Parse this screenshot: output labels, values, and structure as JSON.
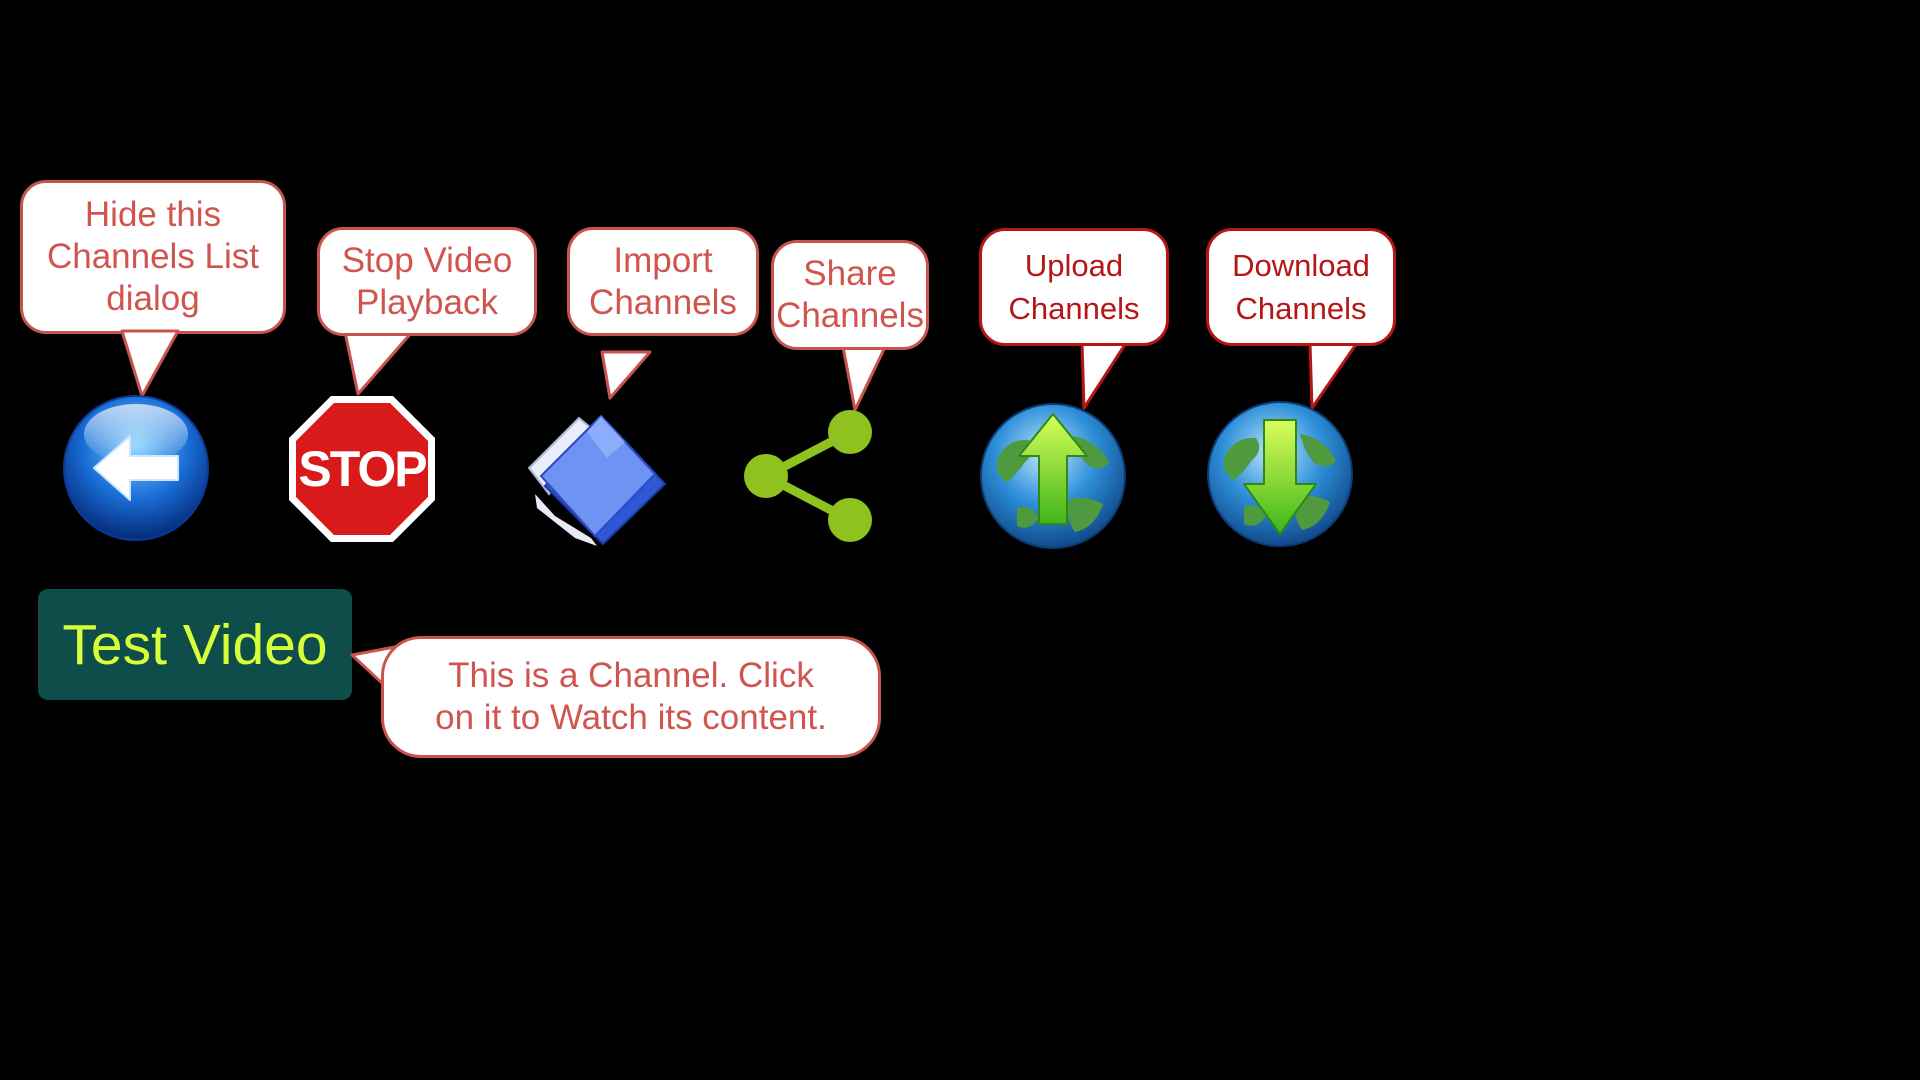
{
  "toolbar": {
    "hide": {
      "icon": "back-arrow-icon",
      "tip_lines": [
        "Hide this",
        "Channels List",
        "dialog"
      ]
    },
    "stop": {
      "icon": "stop-sign-icon",
      "tip_lines": [
        "Stop Video",
        "Playback"
      ]
    },
    "import": {
      "icon": "folder-icon",
      "tip_lines": [
        "Import",
        "Channels"
      ]
    },
    "share": {
      "icon": "share-icon",
      "tip_lines": [
        "Share",
        "Channels"
      ]
    },
    "upload": {
      "icon": "globe-upload-icon",
      "tip_lines": [
        "Upload",
        "Channels"
      ]
    },
    "download": {
      "icon": "globe-download-icon",
      "tip_lines": [
        "Download",
        "Channels"
      ]
    }
  },
  "stop_sign_text": "STOP",
  "channel": {
    "label": "Test Video",
    "tip_lines": [
      "This is a Channel. Click",
      "on it to Watch its content."
    ]
  },
  "colors": {
    "background": "#000000",
    "callout_border": "#c9534f",
    "callout_border_dark": "#b51616",
    "channel_bg": "#0e4d49",
    "channel_text": "#d8ff3a",
    "share_icon": "#8fc11f"
  }
}
